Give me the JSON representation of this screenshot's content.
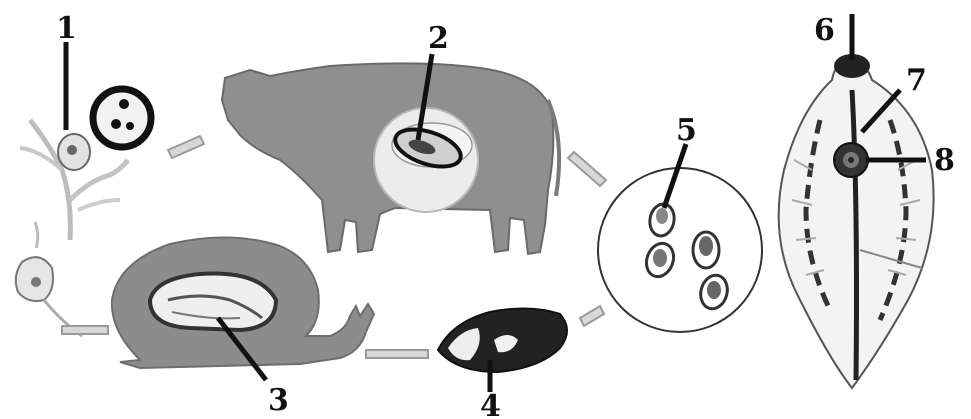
{
  "diagram": {
    "stages": [
      {
        "label": "1",
        "shape": "cercaria-on-plant"
      },
      {
        "label": "2",
        "shape": "adult-fluke-in-cow-liver"
      },
      {
        "label": "3",
        "shape": "larva-in-snail"
      },
      {
        "label": "4",
        "shape": "miracidium"
      },
      {
        "label": "5",
        "shape": "eggs"
      },
      {
        "label": "6",
        "shape": "oral-sucker"
      },
      {
        "label": "7",
        "shape": "pharynx"
      },
      {
        "label": "8",
        "shape": "ventral-sucker"
      }
    ],
    "colors": {
      "ink": "#111111",
      "fill": "#8f8f8f",
      "light_fill": "#d4d4d4",
      "background": "#ffffff"
    }
  }
}
